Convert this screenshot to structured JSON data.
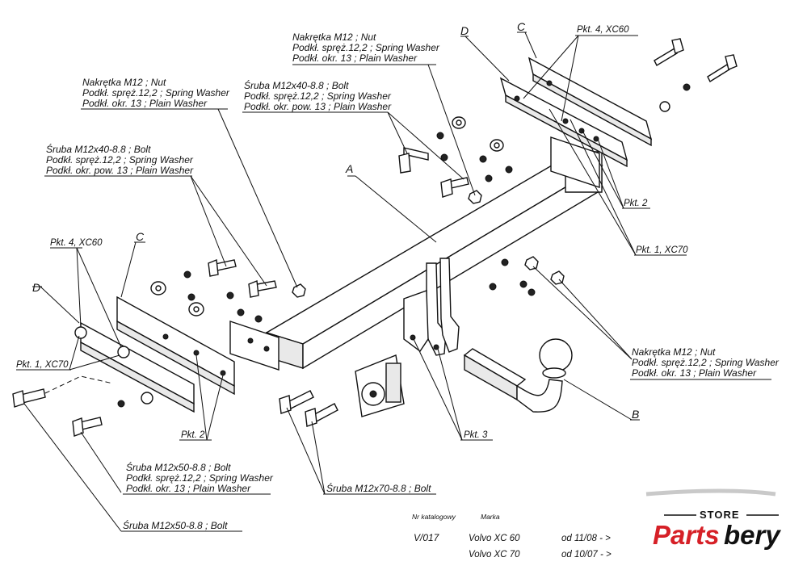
{
  "callouts": {
    "nut_top": [
      "Nakrętka M12 ; Nut",
      "Podkł. spręż.12,2 ; Spring Washer",
      "Podkł. okr. 13 ; Plain Washer"
    ],
    "bolt_top": [
      "Śruba M12x40-8.8 ;  Bolt",
      "Podkł. spręż.12,2 ; Spring Washer",
      "Podkł. okr. pow. 13 ; Plain Washer"
    ],
    "nut_mid": [
      "Nakrętka  M12 ; Nut",
      "Podkł. spręż.12,2 ; Spring Washer",
      "Podkł. okr. 13 ; Plain Washer"
    ],
    "bolt_left": [
      "Śruba M12x40-8.8 ;  Bolt",
      "Podkł. spręż.12,2 ; Spring Washer",
      "Podkł. okr. pow. 13 ; Plain Washer"
    ],
    "nut_right": [
      "Nakrętka  M12 ; Nut",
      "Podkł. spręż.12,2 ; Spring Washer",
      "Podkł. okr. 13 ; Plain Washer"
    ],
    "bolt_bottom": [
      "Śruba M12x50-8.8 ;  Bolt",
      "Podkł. spręż.12,2 ; Spring Washer",
      "Podkł. okr. 13 ; Plain Washer"
    ],
    "bolt_bottom_only": "Śruba M12x50-8.8 ;  Bolt",
    "bolt_m70": "Śruba M12x70-8.8 ;  Bolt"
  },
  "labels": {
    "A": "A",
    "B": "B",
    "C_right": "C",
    "D_right": "D",
    "C_left": "C",
    "D_left": "D",
    "pkt4_right": "Pkt. 4, XC60",
    "pkt2_right": "Pkt. 2",
    "pkt1_right": "Pkt. 1, XC70",
    "pkt4_left": "Pkt. 4, XC60",
    "pkt1_left": "Pkt. 1, XC70",
    "pkt2_left": "Pkt. 2",
    "pkt3": "Pkt. 3"
  },
  "catalog": {
    "header_number": "Nr katalogowy",
    "header_brand": "Marka",
    "number": "V/017",
    "rows": [
      {
        "model": "Volvo XC 60",
        "date": "od  11/08 - >"
      },
      {
        "model": "Volvo XC 70",
        "date": "od  10/07 - >"
      }
    ]
  },
  "brand": {
    "store": "STORE",
    "name_part1": "Parts",
    "name_part2": "bery",
    "color_red": "#d62027",
    "color_black": "#111111"
  }
}
